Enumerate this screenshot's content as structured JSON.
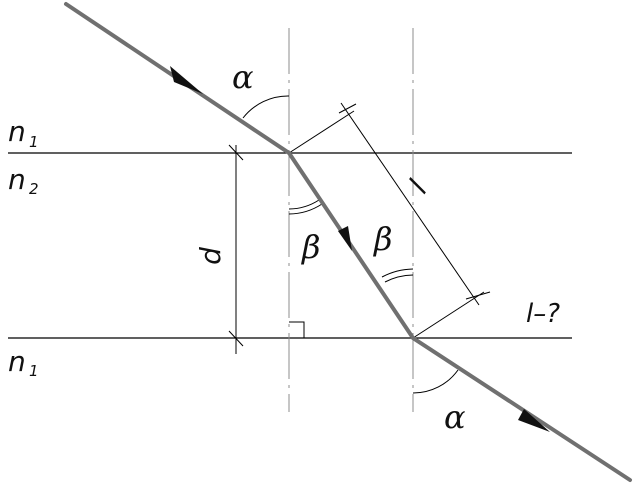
{
  "labels": {
    "medium_top": "n",
    "medium_top_sub": "1",
    "medium_middle": "n",
    "medium_middle_sub": "2",
    "medium_bottom": "n",
    "medium_bottom_sub": "1",
    "thickness": "d",
    "shift": "l",
    "question": "l–?",
    "angle_incidence_top": "α",
    "angle_refraction_left": "β",
    "angle_refraction_right": "β",
    "angle_exit_bottom": "α"
  },
  "colors": {
    "ray": "#707070",
    "lines": "#000000",
    "normals": "#8c8c8c",
    "text": "#111111"
  }
}
